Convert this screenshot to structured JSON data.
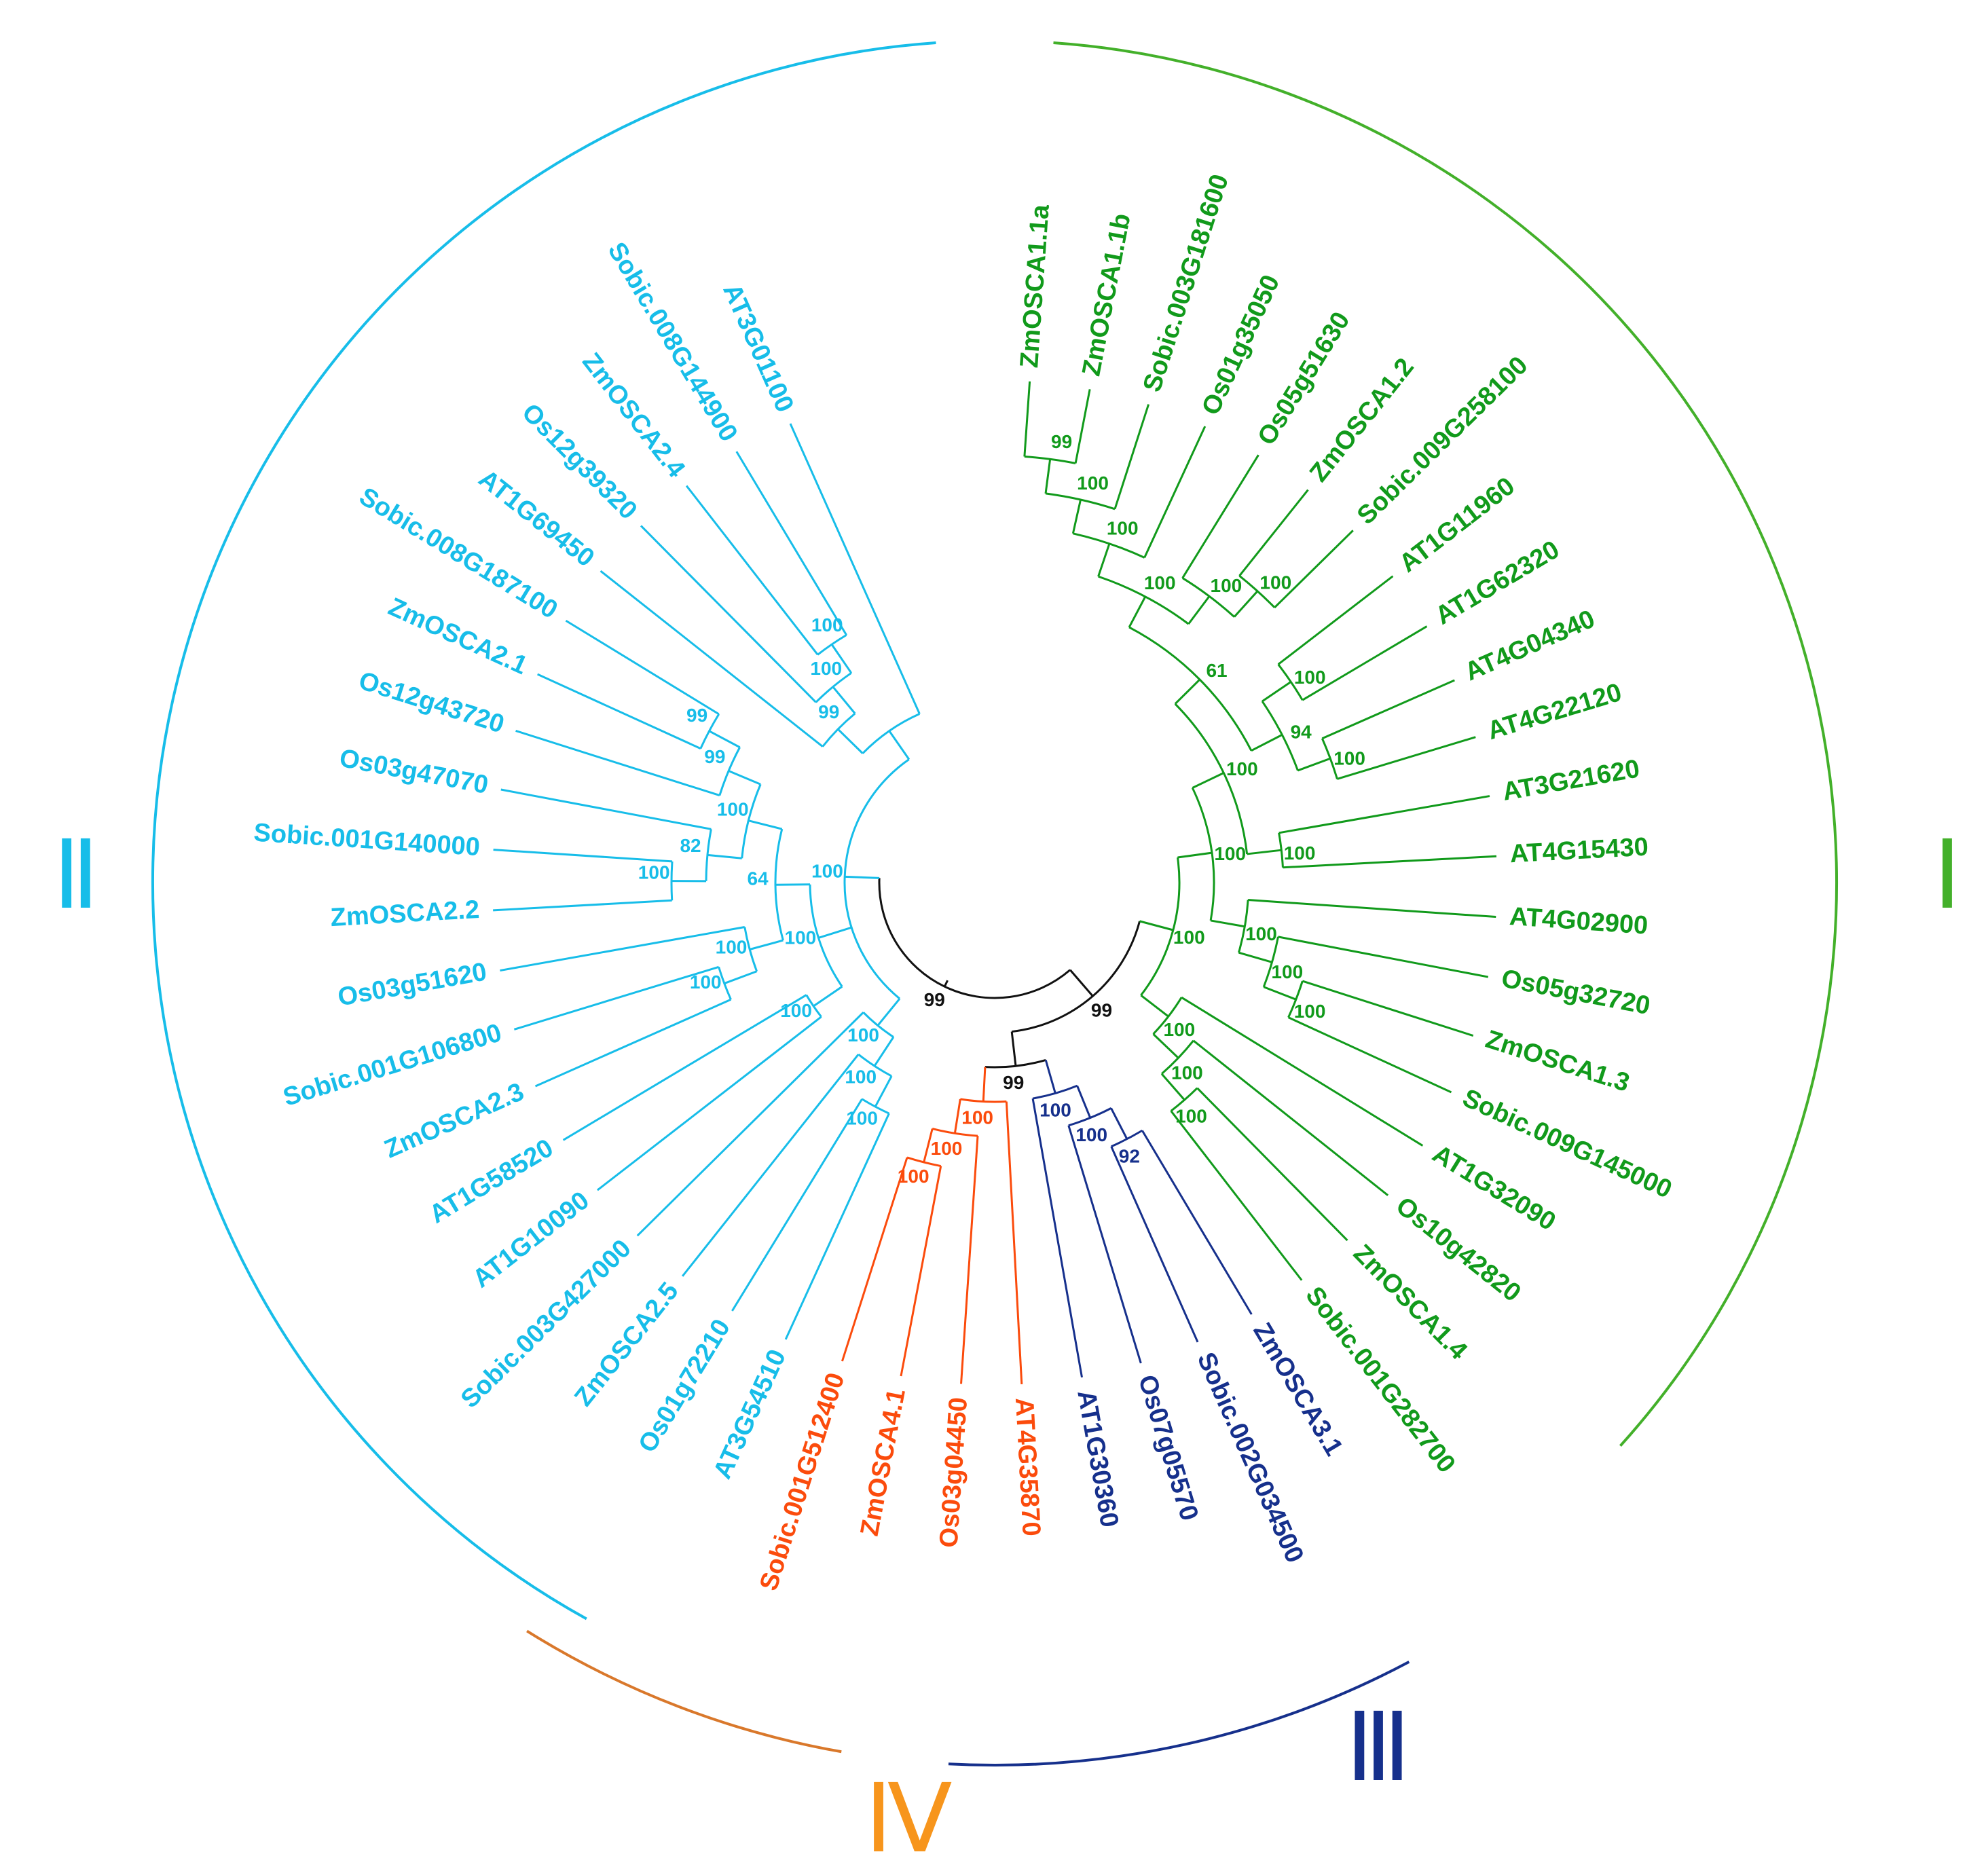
{
  "colors": {
    "I": "#119a1b",
    "II": "#17bde9",
    "III": "#16308c",
    "IV": "#fb4b0c",
    "IV_arc": "#d9782b",
    "IV_label": "#f7951c",
    "I_arc": "#43b02a",
    "root": "#111111"
  },
  "clades": [
    {
      "id": "I",
      "label": "Ⅰ"
    },
    {
      "id": "II",
      "label": "Ⅱ"
    },
    {
      "id": "III",
      "label": "Ⅲ"
    },
    {
      "id": "IV",
      "label": "Ⅳ"
    }
  ],
  "leaves": [
    {
      "name": "ZmOSCA1.1a",
      "clade": "I"
    },
    {
      "name": "ZmOSCA1.1b",
      "clade": "I"
    },
    {
      "name": "Sobic.003G181600",
      "clade": "I"
    },
    {
      "name": "Os01g35050",
      "clade": "I"
    },
    {
      "name": "Os05g51630",
      "clade": "I"
    },
    {
      "name": "ZmOSCA1.2",
      "clade": "I"
    },
    {
      "name": "Sobic.009G258100",
      "clade": "I"
    },
    {
      "name": "AT1G11960",
      "clade": "I"
    },
    {
      "name": "AT1G62320",
      "clade": "I"
    },
    {
      "name": "AT4G04340",
      "clade": "I"
    },
    {
      "name": "AT4G22120",
      "clade": "I"
    },
    {
      "name": "AT3G21620",
      "clade": "I"
    },
    {
      "name": "AT4G15430",
      "clade": "I"
    },
    {
      "name": "AT4G02900",
      "clade": "I"
    },
    {
      "name": "Os05g32720",
      "clade": "I"
    },
    {
      "name": "ZmOSCA1.3",
      "clade": "I"
    },
    {
      "name": "Sobic.009G145000",
      "clade": "I"
    },
    {
      "name": "AT1G32090",
      "clade": "I"
    },
    {
      "name": "Os10g42820",
      "clade": "I"
    },
    {
      "name": "ZmOSCA1.4",
      "clade": "I"
    },
    {
      "name": "Sobic.001G282700",
      "clade": "I"
    },
    {
      "name": "ZmOSCA3.1",
      "clade": "III"
    },
    {
      "name": "Sobic.002G034500",
      "clade": "III"
    },
    {
      "name": "Os07g05570",
      "clade": "III"
    },
    {
      "name": "AT1G30360",
      "clade": "III"
    },
    {
      "name": "AT4G35870",
      "clade": "IV"
    },
    {
      "name": "Os03g04450",
      "clade": "IV"
    },
    {
      "name": "ZmOSCA4.1",
      "clade": "IV"
    },
    {
      "name": "Sobic.001G512400",
      "clade": "IV"
    },
    {
      "name": "AT3G54510",
      "clade": "II"
    },
    {
      "name": "Os01g72210",
      "clade": "II"
    },
    {
      "name": "ZmOSCA2.5",
      "clade": "II"
    },
    {
      "name": "Sobic.003G427000",
      "clade": "II"
    },
    {
      "name": "AT1G10090",
      "clade": "II"
    },
    {
      "name": "AT1G58520",
      "clade": "II"
    },
    {
      "name": "ZmOSCA2.3",
      "clade": "II"
    },
    {
      "name": "Sobic.001G106800",
      "clade": "II"
    },
    {
      "name": "Os03g51620",
      "clade": "II"
    },
    {
      "name": "ZmOSCA2.2",
      "clade": "II"
    },
    {
      "name": "Sobic.001G140000",
      "clade": "II"
    },
    {
      "name": "Os03g47070",
      "clade": "II"
    },
    {
      "name": "Os12g43720",
      "clade": "II"
    },
    {
      "name": "ZmOSCA2.1",
      "clade": "II"
    },
    {
      "name": "Sobic.008G187100",
      "clade": "II"
    },
    {
      "name": "AT1G69450",
      "clade": "II"
    },
    {
      "name": "Os12g39320",
      "clade": "II"
    },
    {
      "name": "ZmOSCA2.4",
      "clade": "II"
    },
    {
      "name": "Sobic.008G144900",
      "clade": "II"
    },
    {
      "name": "AT3G01100",
      "clade": "II"
    }
  ],
  "tree": {
    "support": "99",
    "children": [
      {
        "clade": "II",
        "support": "100",
        "children": [
          {
            "clade": "II",
            "support": "100",
            "children": [
              {
                "clade": "II",
                "support": "100",
                "children": [
                  {
                    "clade": "II",
                    "support": "100",
                    "children": [
                      {
                        "leaf": "AT3G54510"
                      },
                      {
                        "leaf": "Os01g72210"
                      }
                    ]
                  },
                  {
                    "leaf": "ZmOSCA2.5"
                  }
                ]
              },
              {
                "leaf": "Sobic.003G427000"
              }
            ]
          },
          {
            "clade": "II",
            "support": "100",
            "children": [
              {
                "clade": "II",
                "support": "100",
                "children": [
                  {
                    "leaf": "AT1G10090"
                  },
                  {
                    "leaf": "AT1G58520"
                  }
                ]
              },
              {
                "clade": "II",
                "support": "64",
                "children": [
                  {
                    "clade": "II",
                    "support": "100",
                    "children": [
                      {
                        "clade": "II",
                        "support": "100",
                        "children": [
                          {
                            "leaf": "ZmOSCA2.3"
                          },
                          {
                            "leaf": "Sobic.001G106800"
                          }
                        ]
                      },
                      {
                        "leaf": "Os03g51620"
                      }
                    ]
                  },
                  {
                    "clade": "II",
                    "support": "100",
                    "children": [
                      {
                        "clade": "II",
                        "support": "82",
                        "children": [
                          {
                            "clade": "II",
                            "support": "100",
                            "children": [
                              {
                                "leaf": "ZmOSCA2.2"
                              },
                              {
                                "leaf": "Sobic.001G140000"
                              }
                            ]
                          },
                          {
                            "leaf": "Os03g47070"
                          }
                        ]
                      },
                      {
                        "clade": "II",
                        "support": "99",
                        "children": [
                          {
                            "leaf": "Os12g43720"
                          },
                          {
                            "clade": "II",
                            "support": "99",
                            "children": [
                              {
                                "leaf": "ZmOSCA2.1"
                              },
                              {
                                "leaf": "Sobic.008G187100"
                              }
                            ]
                          }
                        ]
                      }
                    ]
                  }
                ]
              }
            ]
          },
          {
            "clade": "II",
            "support": "",
            "children": [
              {
                "clade": "II",
                "support": "99",
                "children": [
                  {
                    "leaf": "AT1G69450"
                  },
                  {
                    "clade": "II",
                    "support": "100",
                    "children": [
                      {
                        "leaf": "Os12g39320"
                      },
                      {
                        "clade": "II",
                        "support": "100",
                        "children": [
                          {
                            "leaf": "ZmOSCA2.4"
                          },
                          {
                            "leaf": "Sobic.008G144900"
                          }
                        ]
                      }
                    ]
                  }
                ]
              },
              {
                "leaf": "AT3G01100"
              }
            ]
          }
        ]
      },
      {
        "clade": "root",
        "support": "99",
        "children": [
          {
            "clade": "I",
            "support": "100",
            "children": [
              {
                "clade": "I",
                "support": "100",
                "children": [
                  {
                    "clade": "I",
                    "support": "100",
                    "children": [
                      {
                        "clade": "I",
                        "support": "61",
                        "children": [
                          {
                            "clade": "I",
                            "support": "100",
                            "children": [
                              {
                                "clade": "I",
                                "support": "100",
                                "children": [
                                  {
                                    "clade": "I",
                                    "support": "100",
                                    "children": [
                                      {
                                        "clade": "I",
                                        "support": "99",
                                        "children": [
                                          {
                                            "leaf": "ZmOSCA1.1a"
                                          },
                                          {
                                            "leaf": "ZmOSCA1.1b"
                                          }
                                        ]
                                      },
                                      {
                                        "leaf": "Sobic.003G181600"
                                      }
                                    ]
                                  },
                                  {
                                    "leaf": "Os01g35050"
                                  }
                                ]
                              },
                              {
                                "clade": "I",
                                "support": "100",
                                "children": [
                                  {
                                    "leaf": "Os05g51630"
                                  },
                                  {
                                    "clade": "I",
                                    "support": "100",
                                    "children": [
                                      {
                                        "leaf": "ZmOSCA1.2"
                                      },
                                      {
                                        "leaf": "Sobic.009G258100"
                                      }
                                    ]
                                  }
                                ]
                              }
                            ]
                          },
                          {
                            "clade": "I",
                            "support": "94",
                            "children": [
                              {
                                "clade": "I",
                                "support": "100",
                                "children": [
                                  {
                                    "leaf": "AT1G11960"
                                  },
                                  {
                                    "leaf": "AT1G62320"
                                  }
                                ]
                              },
                              {
                                "clade": "I",
                                "support": "100",
                                "children": [
                                  {
                                    "leaf": "AT4G04340"
                                  },
                                  {
                                    "leaf": "AT4G22120"
                                  }
                                ]
                              }
                            ]
                          }
                        ]
                      },
                      {
                        "clade": "I",
                        "support": "100",
                        "children": [
                          {
                            "leaf": "AT3G21620"
                          },
                          {
                            "leaf": "AT4G15430"
                          }
                        ]
                      }
                    ]
                  },
                  {
                    "clade": "I",
                    "support": "100",
                    "children": [
                      {
                        "leaf": "AT4G02900"
                      },
                      {
                        "clade": "I",
                        "support": "100",
                        "children": [
                          {
                            "leaf": "Os05g32720"
                          },
                          {
                            "clade": "I",
                            "support": "100",
                            "children": [
                              {
                                "leaf": "ZmOSCA1.3"
                              },
                              {
                                "leaf": "Sobic.009G145000"
                              }
                            ]
                          }
                        ]
                      }
                    ]
                  }
                ]
              },
              {
                "clade": "I",
                "support": "100",
                "children": [
                  {
                    "leaf": "AT1G32090"
                  },
                  {
                    "clade": "I",
                    "support": "100",
                    "children": [
                      {
                        "leaf": "Os10g42820"
                      },
                      {
                        "clade": "I",
                        "support": "100",
                        "children": [
                          {
                            "leaf": "ZmOSCA1.4"
                          },
                          {
                            "leaf": "Sobic.001G282700"
                          }
                        ]
                      }
                    ]
                  }
                ]
              }
            ]
          },
          {
            "clade": "root",
            "support": "99",
            "children": [
              {
                "clade": "III",
                "support": "100",
                "children": [
                  {
                    "clade": "III",
                    "support": "100",
                    "children": [
                      {
                        "clade": "III",
                        "support": "92",
                        "children": [
                          {
                            "leaf": "ZmOSCA3.1"
                          },
                          {
                            "leaf": "Sobic.002G034500"
                          }
                        ]
                      },
                      {
                        "leaf": "Os07g05570"
                      }
                    ]
                  },
                  {
                    "leaf": "AT1G30360"
                  }
                ]
              },
              {
                "clade": "IV",
                "support": "100",
                "children": [
                  {
                    "leaf": "AT4G35870"
                  },
                  {
                    "clade": "IV",
                    "support": "100",
                    "children": [
                      {
                        "leaf": "Os03g04450"
                      },
                      {
                        "clade": "IV",
                        "support": "100",
                        "children": [
                          {
                            "leaf": "ZmOSCA4.1"
                          },
                          {
                            "leaf": "Sobic.001G512400"
                          }
                        ]
                      }
                    ]
                  }
                ]
              }
            ]
          }
        ]
      }
    ]
  }
}
